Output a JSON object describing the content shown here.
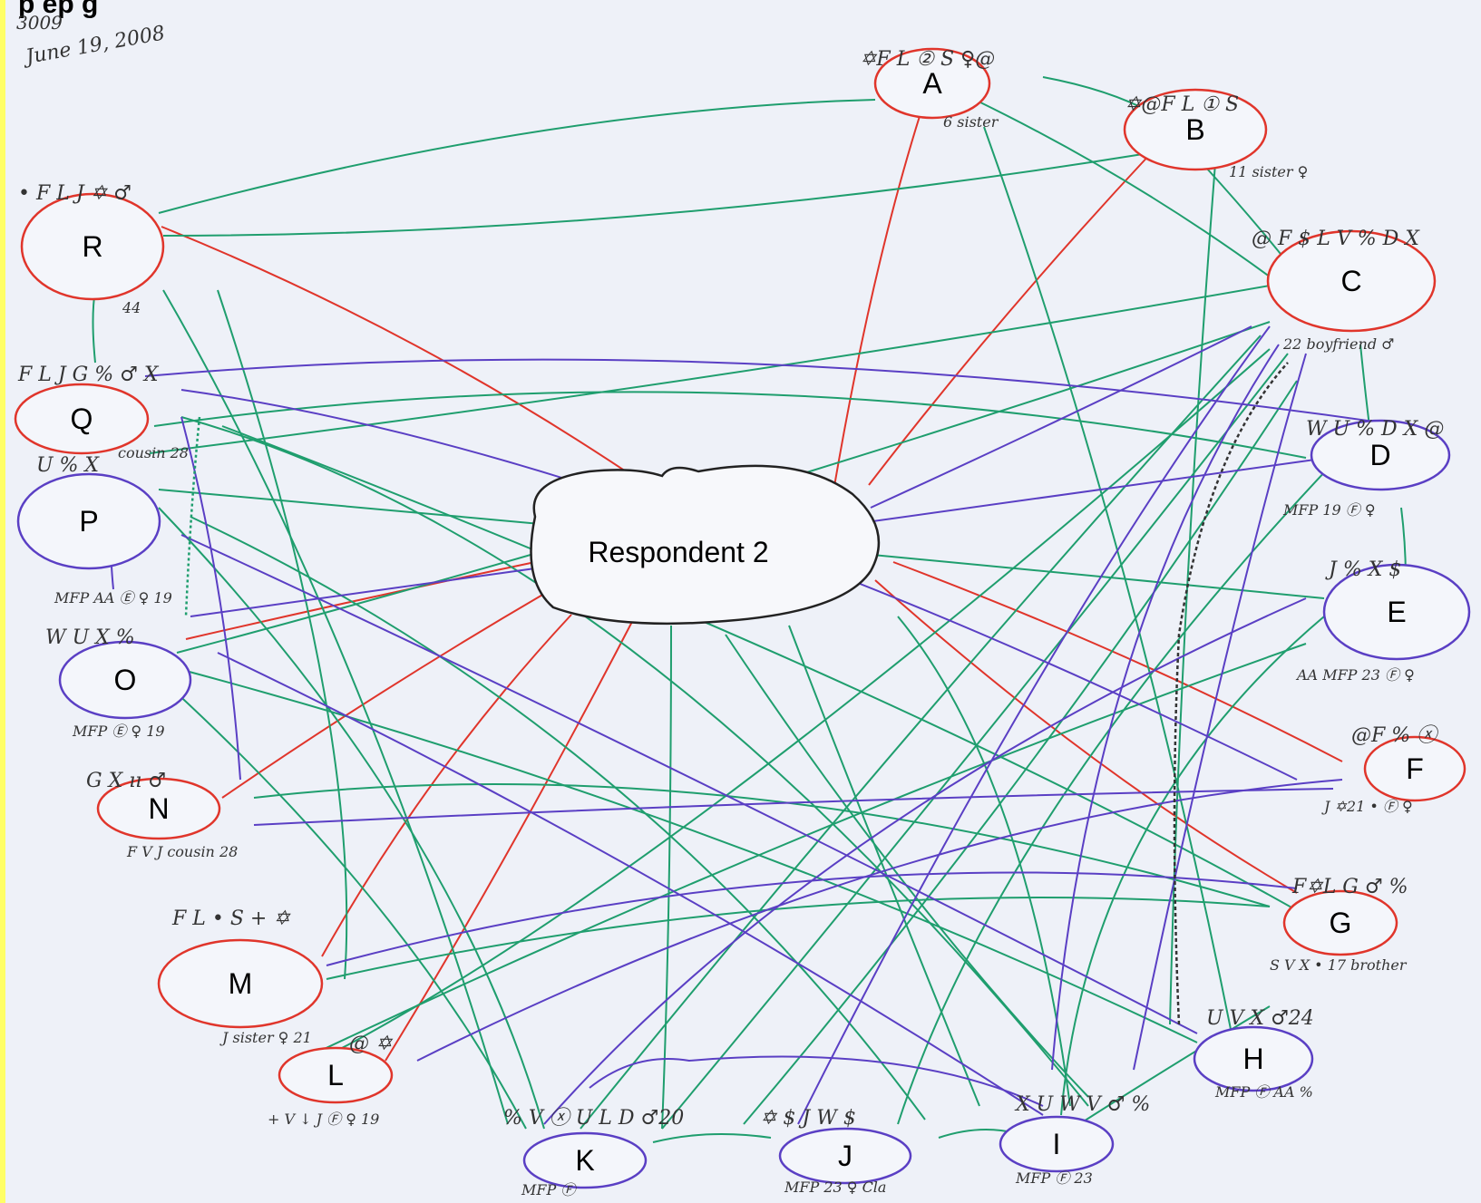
{
  "page": {
    "title_fragment": "p     ep          g",
    "handwritten_id": "3009",
    "handwritten_date": "June 19, 2008"
  },
  "center": {
    "label": "Respondent 2"
  },
  "colors": {
    "strong": "#e0352b",
    "green": "#1f9e6e",
    "purple": "#5a3fc4",
    "ink": "#222222"
  },
  "nodes": [
    {
      "id": "A",
      "label": "A",
      "annot": "✡F L ② S ♀@",
      "sub": "6 sister",
      "color": "red"
    },
    {
      "id": "B",
      "label": "B",
      "annot": "✡@F L ① S",
      "sub": "11 sister ♀",
      "color": "red"
    },
    {
      "id": "C",
      "label": "C",
      "annot": "@ F $ L V % D X",
      "sub": "22  boyfriend ♂",
      "color": "red"
    },
    {
      "id": "D",
      "label": "D",
      "annot": "W U % D X @",
      "sub": "MFP 19 Ⓕ ♀",
      "color": "purple"
    },
    {
      "id": "E",
      "label": "E",
      "annot": "J % X $",
      "sub": "AA MFP 23 Ⓕ ♀",
      "color": "purple"
    },
    {
      "id": "F",
      "label": "F",
      "annot": "@F % ⓧ",
      "sub": "J ✡21 • Ⓕ ♀",
      "color": "red"
    },
    {
      "id": "G",
      "label": "G",
      "annot": "F✡L G ♂ %",
      "sub": "S V X • 17 brother",
      "color": "red"
    },
    {
      "id": "H",
      "label": "H",
      "annot": "U V X ♂24",
      "sub": "MFP Ⓕ AA %",
      "color": "purple"
    },
    {
      "id": "I",
      "label": "I",
      "annot": "X U W V ♂ %",
      "sub": "MFP Ⓕ 23",
      "color": "purple"
    },
    {
      "id": "J",
      "label": "J",
      "annot": "✡ $ J W $",
      "sub": "MFP 23 ♀ Cla",
      "color": "purple"
    },
    {
      "id": "K",
      "label": "K",
      "annot": "% V ⓧ U L D ♂20",
      "sub": "MFP Ⓕ",
      "color": "purple"
    },
    {
      "id": "L",
      "label": "L",
      "annot": "@ ✡",
      "sub": "+ V ↓ J Ⓕ ♀ 19",
      "color": "red"
    },
    {
      "id": "M",
      "label": "M",
      "annot": "F L • S + ✡",
      "sub": "J sister ♀ 21",
      "color": "red"
    },
    {
      "id": "N",
      "label": "N",
      "annot": "G X  ıı ♂",
      "sub": "F V J cousin 28",
      "color": "red"
    },
    {
      "id": "O",
      "label": "O",
      "annot": "W U X %",
      "sub": "MFP Ⓔ ♀ 19",
      "color": "purple"
    },
    {
      "id": "P",
      "label": "P",
      "annot": "U % X",
      "sub": "MFP AA Ⓔ ♀ 19",
      "color": "purple"
    },
    {
      "id": "Q",
      "label": "Q",
      "annot": "F L J G % ♂ X",
      "sub": "cousin 28",
      "color": "red"
    },
    {
      "id": "R",
      "label": "R",
      "annot": "• F L J ✡ ♂",
      "sub": "44",
      "color": "red"
    }
  ]
}
